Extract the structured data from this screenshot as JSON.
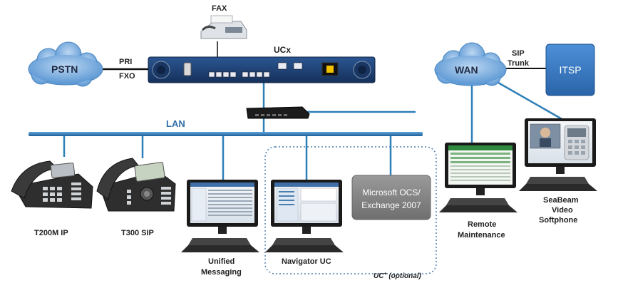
{
  "nodes": {
    "fax": "FAX",
    "pstn": "PSTN",
    "pri": "PRI",
    "fxo": "FXO",
    "ucx": "UCx",
    "lan": "LAN",
    "wan": "WAN",
    "sip_trunk_1": "SIP",
    "sip_trunk_2": "Trunk",
    "itsp": "ITSP",
    "t200m": "T200M IP",
    "t300": "T300 SIP",
    "um_1": "Unified",
    "um_2": "Messaging",
    "navigator": "Navigator UC",
    "ocs_1": "Microsoft OCS/",
    "ocs_2": "Exchange 2007",
    "uc_optional": "UC",
    "uc_sup": "+",
    "uc_optional_rest": " (optional)",
    "remote_1": "Remote",
    "remote_2": "Maintenance",
    "seabeam_1": "SeaBeam",
    "seabeam_2": "Video",
    "seabeam_3": "Softphone"
  },
  "colors": {
    "cloud": "#6fa8dc",
    "cloud_dark": "#3d85c6",
    "line": "#2f7fb8",
    "appliance": "#1d3f73",
    "itsp_box": "#3578c4",
    "ocs_box": "#8a8a8a",
    "phone": "#3a3a3a"
  }
}
